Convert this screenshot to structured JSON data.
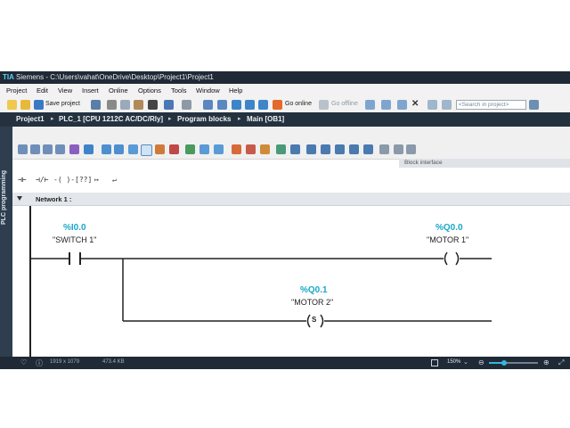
{
  "window": {
    "app_name": "Siemens",
    "title": "Siemens  -  C:\\Users\\vahat\\OneDrive\\Desktop\\Project1\\Project1",
    "logo_text": "TIA"
  },
  "menu": {
    "items": [
      "Project",
      "Edit",
      "View",
      "Insert",
      "Online",
      "Options",
      "Tools",
      "Window",
      "Help"
    ]
  },
  "toolbar": {
    "save_project": "Save project",
    "go_online": "Go online",
    "go_offline": "Go offline",
    "search_placeholder": "<Search in project>"
  },
  "breadcrumb": {
    "items": [
      "Project1",
      "PLC_1 [CPU 1212C AC/DC/Rly]",
      "Program blocks",
      "Main [OB1]"
    ],
    "separator": "▸"
  },
  "side_tab": {
    "label": "PLC programming"
  },
  "editor": {
    "block_interface_label": "Block interface",
    "network_label": "Network 1 :",
    "contacts": [
      {
        "address": "%I0.0",
        "symbol": "\"SWITCH 1\""
      }
    ],
    "coils": [
      {
        "address": "%Q0.0",
        "symbol": "\"MOTOR 1\"",
        "type": "( )"
      },
      {
        "address": "%Q0.1",
        "symbol": "\"MOTOR 2\"",
        "type": "S"
      }
    ]
  },
  "statusbar": {
    "dimensions": "1919 x 1079",
    "file_size": "473.4 KB",
    "zoom": "150%",
    "zoom_fraction": 0.3
  },
  "colors": {
    "titlebar": "#1f2a36",
    "breadcrumb": "#243240",
    "address": "#1aa7c8",
    "accent": "#35b6de"
  }
}
